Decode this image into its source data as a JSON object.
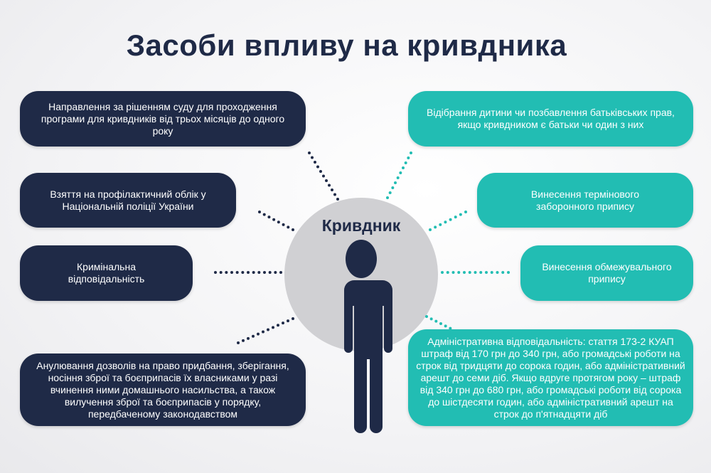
{
  "title": "Засоби впливу на кривдника",
  "center": {
    "label": "Кривдник"
  },
  "left": [
    "Направлення за рішенням суду для проходження програми для кривдників від трьох місяців до одного року",
    "Взяття на профілактичний облік у Національній поліції України",
    "Кримінальна відповідальність",
    "Анулювання дозволів на право придбання, зберігання, носіння зброї та боєприпасів їх власниками у разі вчинення ними домашнього насильства, а також вилучення зброї та боєприпасів у порядку, передбаченому законодавством"
  ],
  "right": [
    "Відібрання дитини чи позбавлення батьківських прав, якщо кривдником є батьки чи один з них",
    "Винесення термінового заборонного припису",
    "Винесення обмежувального припису",
    "Адміністративна відповідальність: стаття 173-2 КУАП штраф від 170 грн до 340 грн, або громадські роботи на строк від тридцяти до сорока годин, або адміністративний арешт до семи діб. Якщо вдруге протягом року – штраф від 340 грн до 680 грн, або громадські роботи від сорока до шістдесяти годин, або адміністративний арешт на строк до п'ятнадцяти діб"
  ],
  "colors": {
    "navy": "#1f2a47",
    "teal": "#22bdb3",
    "circle": "#d0d0d3"
  }
}
